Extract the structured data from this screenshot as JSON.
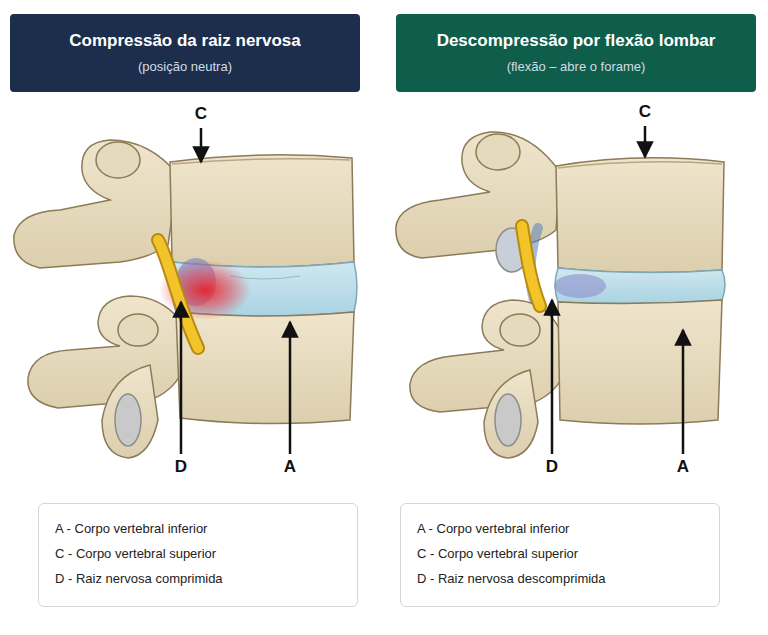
{
  "diagram": {
    "nodes": [
      {
        "text": [
          "Compressão da raiz nervosa",
          "(posição neutra)"
        ]
      },
      {
        "text": [
          "Descompressão por flexão lombar",
          "(flexão – abre o forame)"
        ]
      },
      {
        "text": [
          "A - Corpo vertebral inferior",
          "C - Corpo vertebral superior",
          "D - Raiz nervosa comprimida"
        ]
      },
      {
        "text": [
          "A - Corpo vertebral inferior",
          "C - Corpo vertebral superior",
          "D - Raiz nervosa descomprimida"
        ]
      }
    ],
    "labels": [
      "C",
      "D",
      "A",
      "C",
      "D",
      "A"
    ]
  }
}
